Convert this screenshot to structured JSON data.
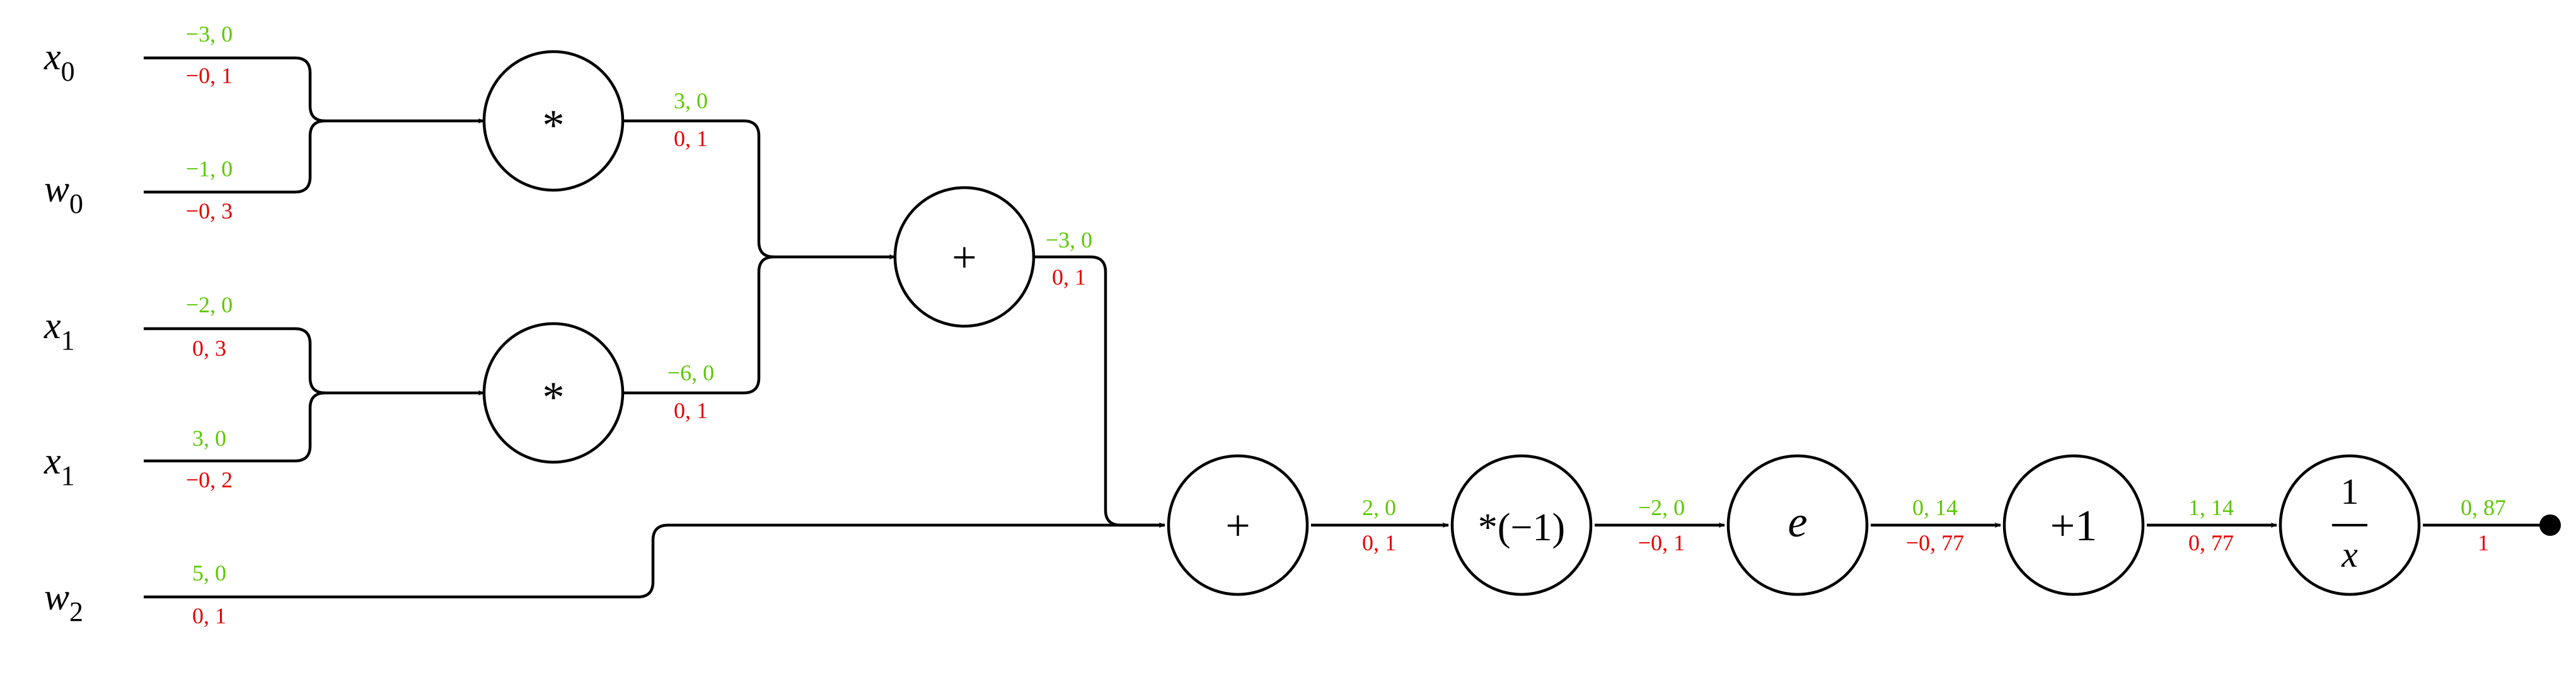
{
  "colors": {
    "forward": "#5cc800",
    "backward": "#e60000",
    "line": "#000000"
  },
  "inputs": [
    {
      "id": "x0",
      "base": "x",
      "sub": "0",
      "forward": "−3, 0",
      "backward": "−0, 1"
    },
    {
      "id": "w0",
      "base": "w",
      "sub": "0",
      "forward": "−1, 0",
      "backward": "−0, 3"
    },
    {
      "id": "x1a",
      "base": "x",
      "sub": "1",
      "forward": "−2, 0",
      "backward": "0, 3"
    },
    {
      "id": "x1b",
      "base": "x",
      "sub": "1",
      "forward": "3, 0",
      "backward": "−0, 2"
    },
    {
      "id": "w2",
      "base": "w",
      "sub": "2",
      "forward": "5, 0",
      "backward": "0, 1"
    }
  ],
  "nodes": [
    {
      "id": "mul1",
      "label": "*",
      "forward": "3, 0",
      "backward": "0, 1"
    },
    {
      "id": "mul2",
      "label": "*",
      "forward": "−6, 0",
      "backward": "0, 1"
    },
    {
      "id": "add1",
      "label": "+",
      "forward": "−3, 0",
      "backward": "0, 1"
    },
    {
      "id": "add2",
      "label": "+",
      "forward": "2, 0",
      "backward": "0, 1"
    },
    {
      "id": "neg",
      "label": "*(−1)",
      "forward": "−2, 0",
      "backward": "−0, 1"
    },
    {
      "id": "exp",
      "label": "e",
      "forward": "0, 14",
      "backward": "−0, 77"
    },
    {
      "id": "plus1",
      "label": "+1",
      "forward": "1, 14",
      "backward": "0, 77"
    },
    {
      "id": "recip",
      "num": "1",
      "den": "x",
      "forward": "0, 87",
      "backward": "1"
    }
  ]
}
